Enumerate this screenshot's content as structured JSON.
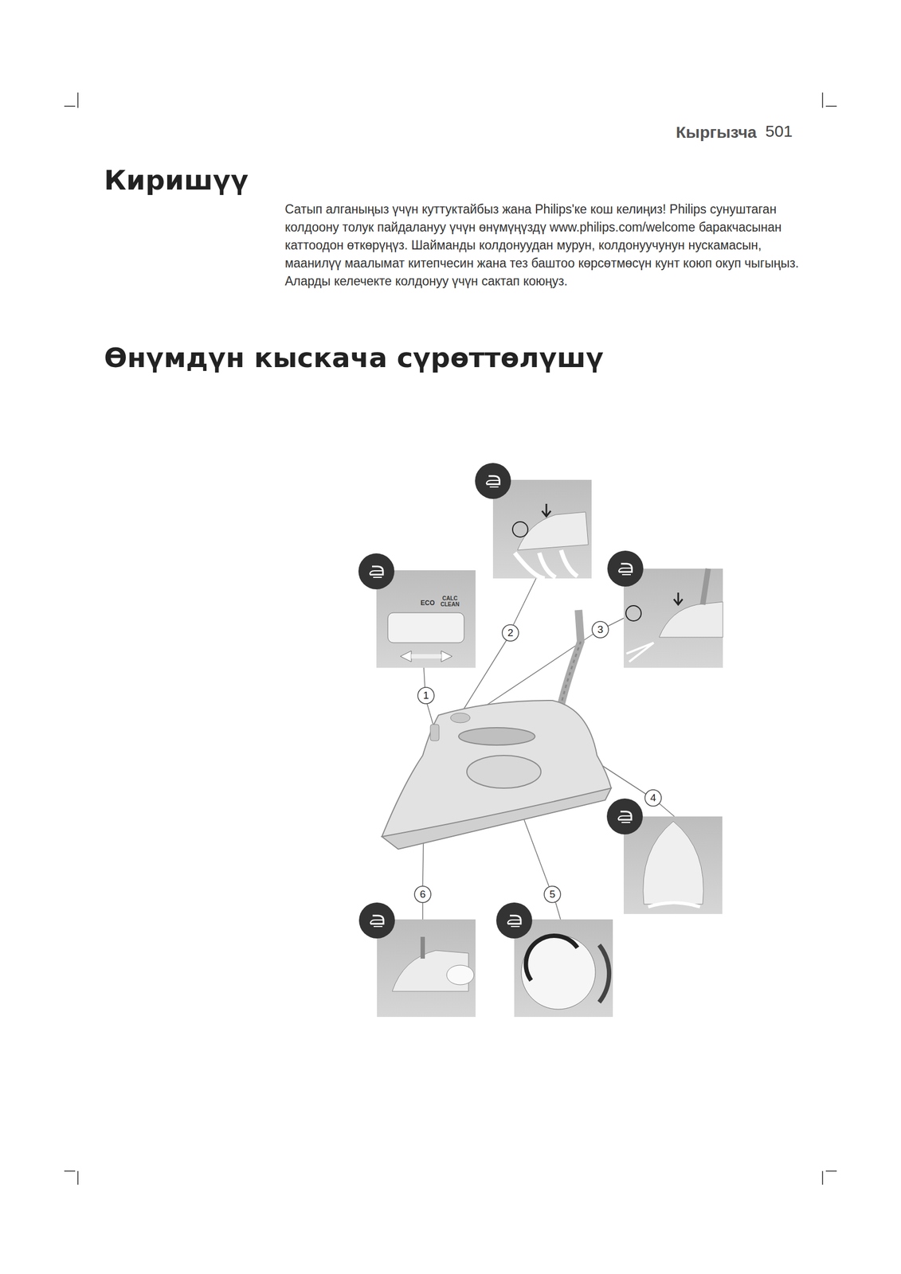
{
  "diagram": {
    "title": "Киришүү",
    "labels": [
      "Кыргызча",
      "501",
      "Сатып алганыңыз үчүн куттуктайбыз жана Philips'ке кош келиңиз! Philips сунуштаган колдоону толук пайдалануу үчүн өнүмүңүздү www.philips.com/welcome баракчасынан каттоодон өткөрүңүз. Шайманды колдонуудан мурун, колдонуучунун нускамасын, маанилүү маалымат китепчесин жана тез баштоо көрсөтмөсүн кунт коюп окуп чыгыңыз. Аларды келечекте колдонуу үчүн сактап коюңуз.",
      "Өнүмдүн кыскача сүрөттөлүшү",
      "ECO",
      "CALC CLEAN",
      "1",
      "2",
      "3",
      "4",
      "5",
      "6"
    ]
  }
}
